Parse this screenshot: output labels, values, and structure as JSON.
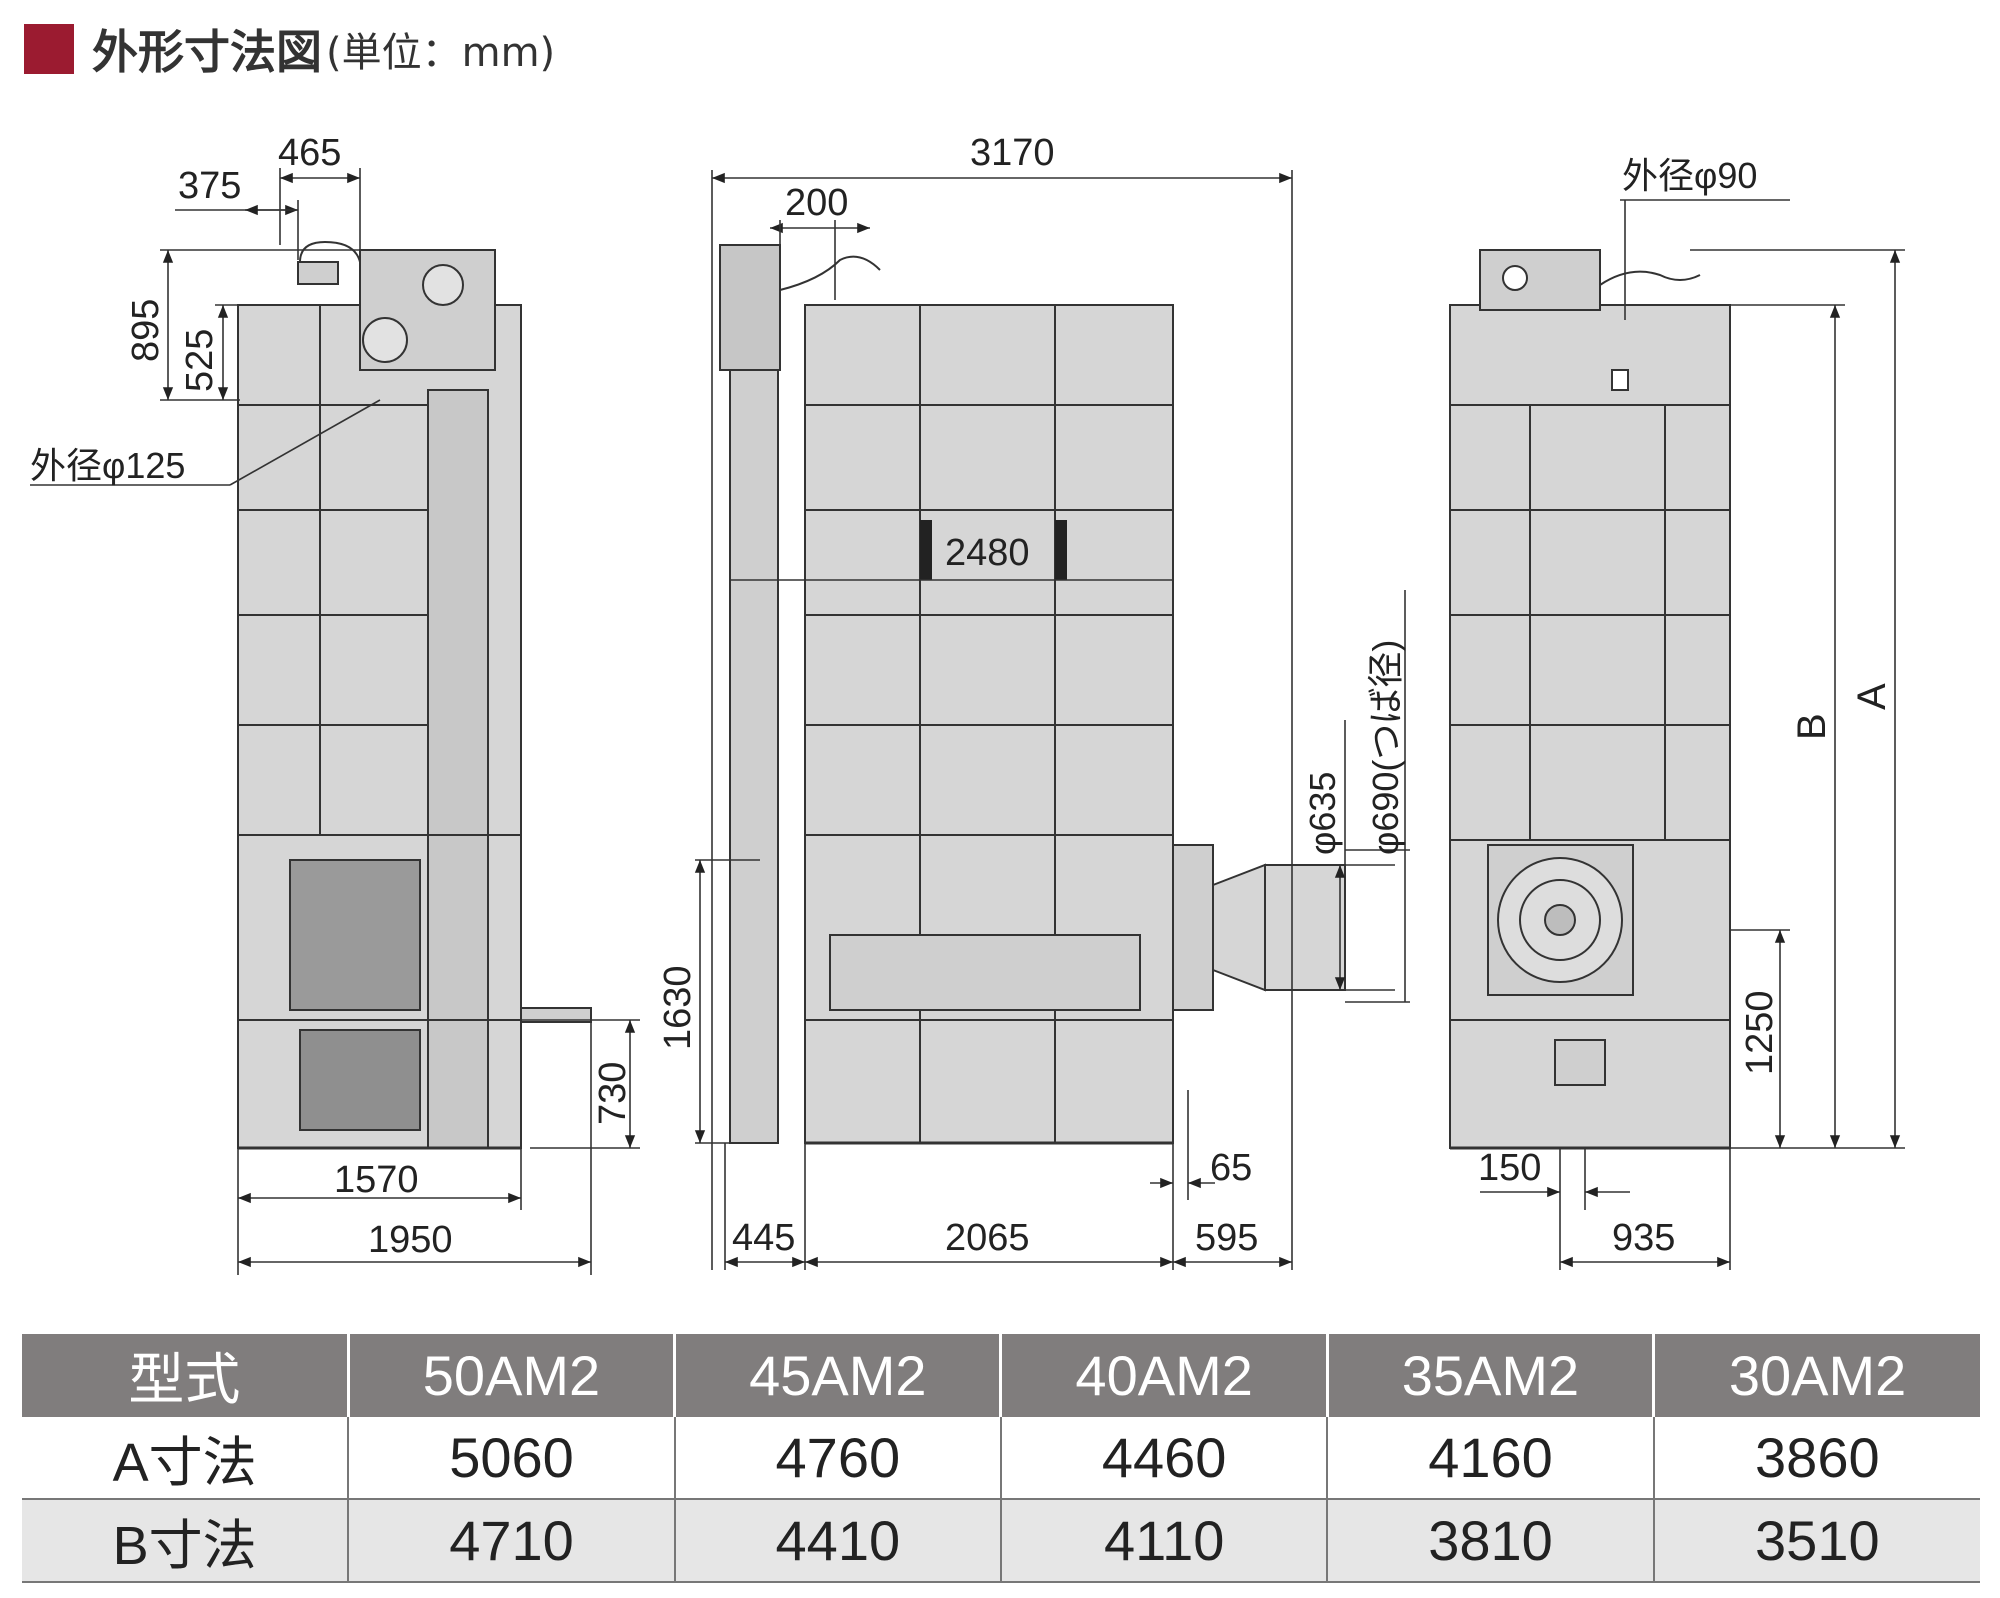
{
  "header": {
    "title": "外形寸法図",
    "unit": "(単位：mm)",
    "marker_color": "#9b1b30"
  },
  "side_view": {
    "dim_375": "375",
    "dim_465": "465",
    "dim_895": "895",
    "dim_525": "525",
    "outer_diameter": "外径φ125",
    "dim_730": "730",
    "dim_1570": "1570",
    "dim_1950": "1950"
  },
  "front_view": {
    "dim_3170": "3170",
    "dim_200": "200",
    "dim_2480": "2480",
    "dim_1630": "1630",
    "dim_445": "445",
    "dim_2065": "2065",
    "dim_595": "595",
    "dim_65": "65",
    "phi_635": "φ635",
    "phi_690": "φ690(つば径)"
  },
  "rear_view": {
    "outer_diameter": "外径φ90",
    "label_a": "A",
    "label_b": "B",
    "dim_1250": "1250",
    "dim_150": "150",
    "dim_935": "935"
  },
  "table": {
    "headers": [
      "型式",
      "50AM2",
      "45AM2",
      "40AM2",
      "35AM2",
      "30AM2"
    ],
    "rows": [
      {
        "label": "A寸法",
        "values": [
          "5060",
          "4760",
          "4460",
          "4160",
          "3860"
        ]
      },
      {
        "label": "B寸法",
        "values": [
          "4710",
          "4410",
          "4110",
          "3810",
          "3510"
        ]
      }
    ],
    "header_bg": "#807d7d",
    "alt_row_bg": "#e6e6e6"
  }
}
